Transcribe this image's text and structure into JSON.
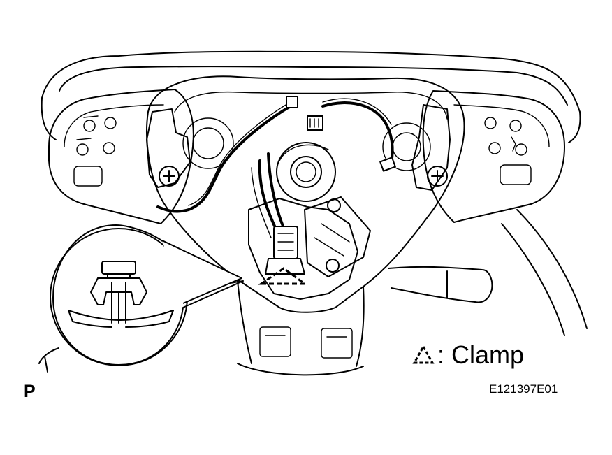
{
  "figure": {
    "view_letter": "P",
    "figure_code": "E121397E01"
  },
  "legend": {
    "icon": "dashed-triangle-icon",
    "label": ": Clamp"
  },
  "colors": {
    "line": "#000000",
    "background": "#ffffff"
  }
}
